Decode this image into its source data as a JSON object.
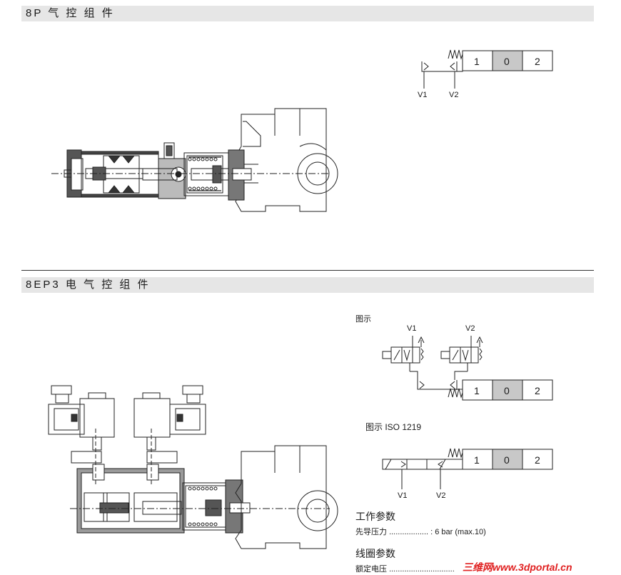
{
  "sections": [
    {
      "title": "8P 气 控 组 件"
    },
    {
      "title": "8EP3 电 气 控 组 件"
    }
  ],
  "positions": [
    "1",
    "0",
    "2"
  ],
  "ports": {
    "v1": "V1",
    "v2": "V2"
  },
  "labels": {
    "figure": "图示",
    "figure_iso": "图示 ISO 1219"
  },
  "work_params": {
    "heading": "工作参数",
    "row_label": "先导压力",
    "row_dots": "..................",
    "row_value": ": 6 bar (max.10)"
  },
  "coil_params": {
    "heading": "线圈参数",
    "row_label": "额定电压",
    "row_dots": ".............................."
  },
  "watermark": "三维网www.3dportal.cn",
  "colors": {
    "bar": "#e6e6e6",
    "center_cell": "#c8c8c8",
    "watermark": "#e02020"
  }
}
